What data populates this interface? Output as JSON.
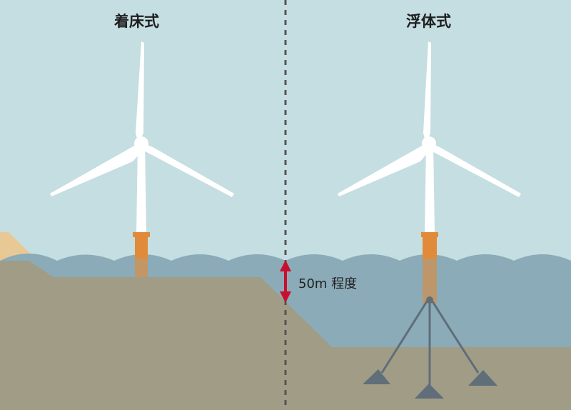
{
  "titles": {
    "left": "着床式",
    "right": "浮体式"
  },
  "depth_label": "50m 程度",
  "colors": {
    "sky": "#c5dee2",
    "water": "#8aabb7",
    "seabed": "#a19c86",
    "sand": "#e8c996",
    "turbine": "#ffffff",
    "foundation": "#e08a3a",
    "divider": "#555555",
    "arrow": "#c8102e",
    "mooring": "#5f6e79"
  }
}
